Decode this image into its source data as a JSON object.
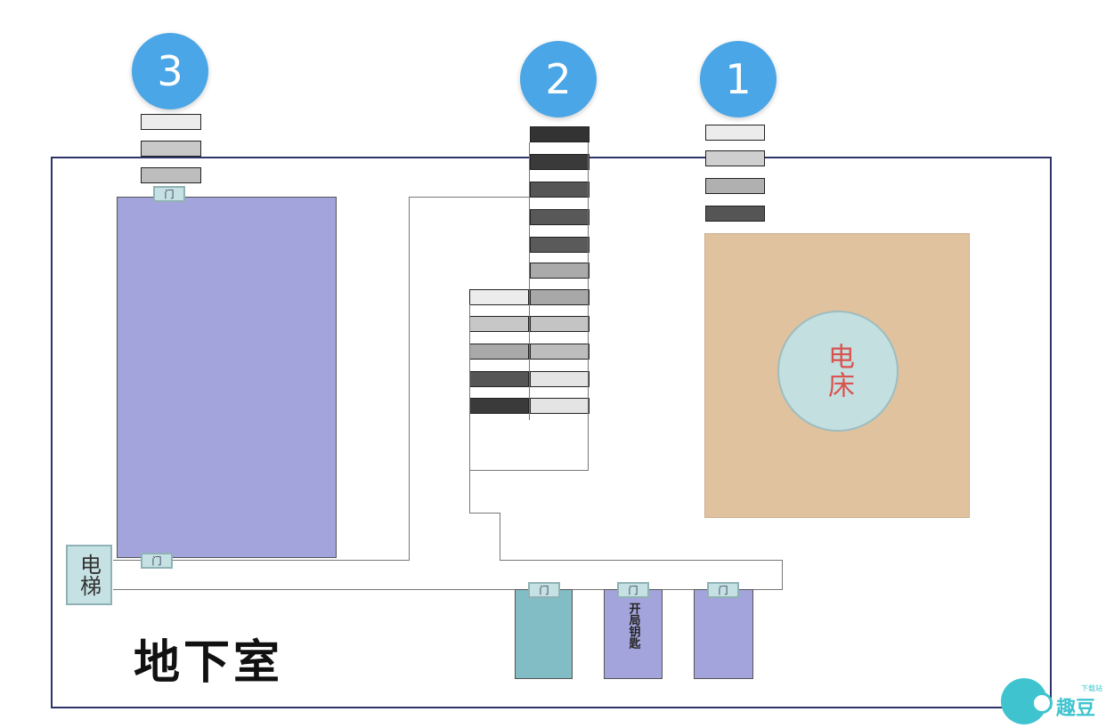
{
  "badges": [
    "1",
    "2",
    "3"
  ],
  "labels": {
    "basement": "地下室",
    "electric_bed": "电床",
    "elevator": "电梯",
    "key_room": "开局钥匙",
    "door": "门"
  },
  "brand": {
    "name": "趣豆",
    "tag": "下载站"
  },
  "colors": {
    "badge": "#4aa6e6",
    "room_purple": "#a4a4dc",
    "room_tan": "#e0c29e",
    "room_teal": "#82bcc4",
    "door": "#c6e1e3",
    "bed_circle": "#c4dfe0",
    "bed_text": "#d9534f"
  }
}
